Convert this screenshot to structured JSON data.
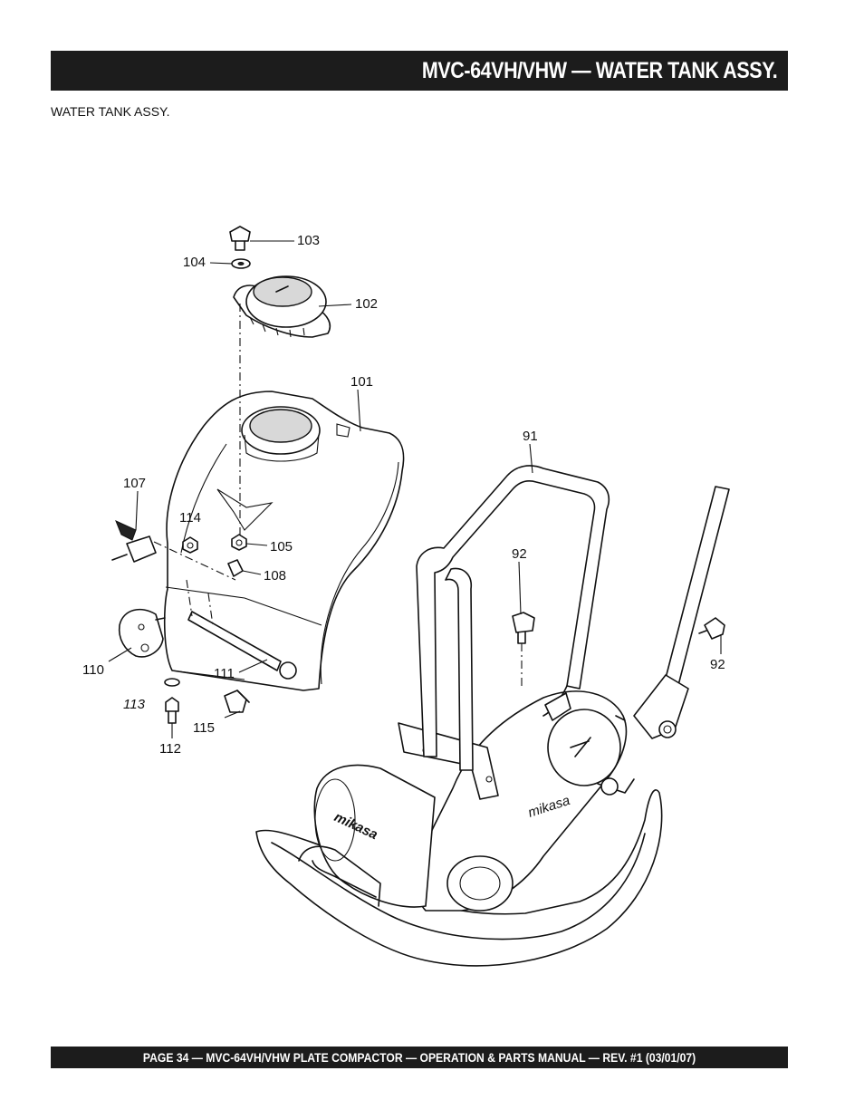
{
  "header": {
    "title": "MVC-64VH/VHW — WATER TANK ASSY."
  },
  "section": {
    "label": "WATER TANK ASSY."
  },
  "diagram": {
    "callouts": [
      "103",
      "104",
      "102",
      "101",
      "91",
      "107",
      "114",
      "105",
      "108",
      "92",
      "92",
      "110",
      "111",
      "113",
      "115",
      "112"
    ],
    "logo_text": "mikasa"
  },
  "footer": {
    "text": "PAGE 34 —  MVC-64VH/VHW PLATE COMPACTOR —  OPERATION & PARTS  MANUAL — REV. #1 (03/01/07)"
  }
}
